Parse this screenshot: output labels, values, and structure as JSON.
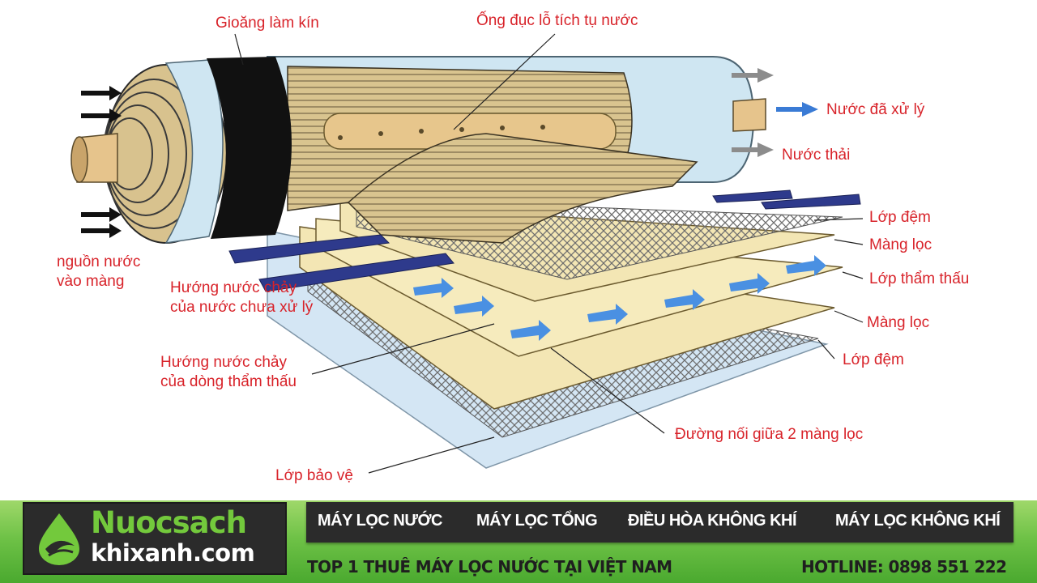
{
  "diagram": {
    "labels": {
      "seal": "Gioăng làm kín",
      "perforated_tube": "Ống đục lỗ tích tụ nước",
      "treated_water": "Nước đã xử lý",
      "waste_water": "Nước thải",
      "spacer_top": "Lớp đệm",
      "membrane_top": "Màng lọc",
      "permeate_layer": "Lớp thẩm thấu",
      "membrane_bottom": "Màng lọc",
      "spacer_bottom": "Lớp đệm",
      "inlet_line1": "nguồn nước",
      "inlet_line2": "vào màng",
      "raw_flow_line1": "Hướng nước chảy",
      "raw_flow_line2": "của nước chưa xử lý",
      "permeate_flow_line1": "Hướng nước chảy",
      "permeate_flow_line2": "của dòng thẩm thấu",
      "seam": "Đường nối giữa 2 màng lọc",
      "protective_layer": "Lớp bảo vệ"
    },
    "colors": {
      "label_red": "#d8232a",
      "membrane_cream": "#f3e6b4",
      "roll_tan": "#d8c28e",
      "seal_black": "#111111",
      "casing_blue": "#cfe6f2",
      "arrow_blue": "#4a90e2",
      "feed_bar_navy": "#2e3a8c"
    }
  },
  "footer": {
    "logo": {
      "icon": "water-drop-leaf-icon",
      "line1": "Nuocsach",
      "line2": "khixanh.com"
    },
    "nav": [
      "MÁY LỌC NƯỚC",
      "MÁY LỌC TỔNG",
      "ĐIỀU HÒA KHÔNG KHÍ",
      "MÁY LỌC KHÔNG KHÍ"
    ],
    "tagline": "TOP 1 THUÊ MÁY LỌC NƯỚC TẠI VIỆT NAM",
    "hotline": "HOTLINE: 0898 551 222"
  }
}
